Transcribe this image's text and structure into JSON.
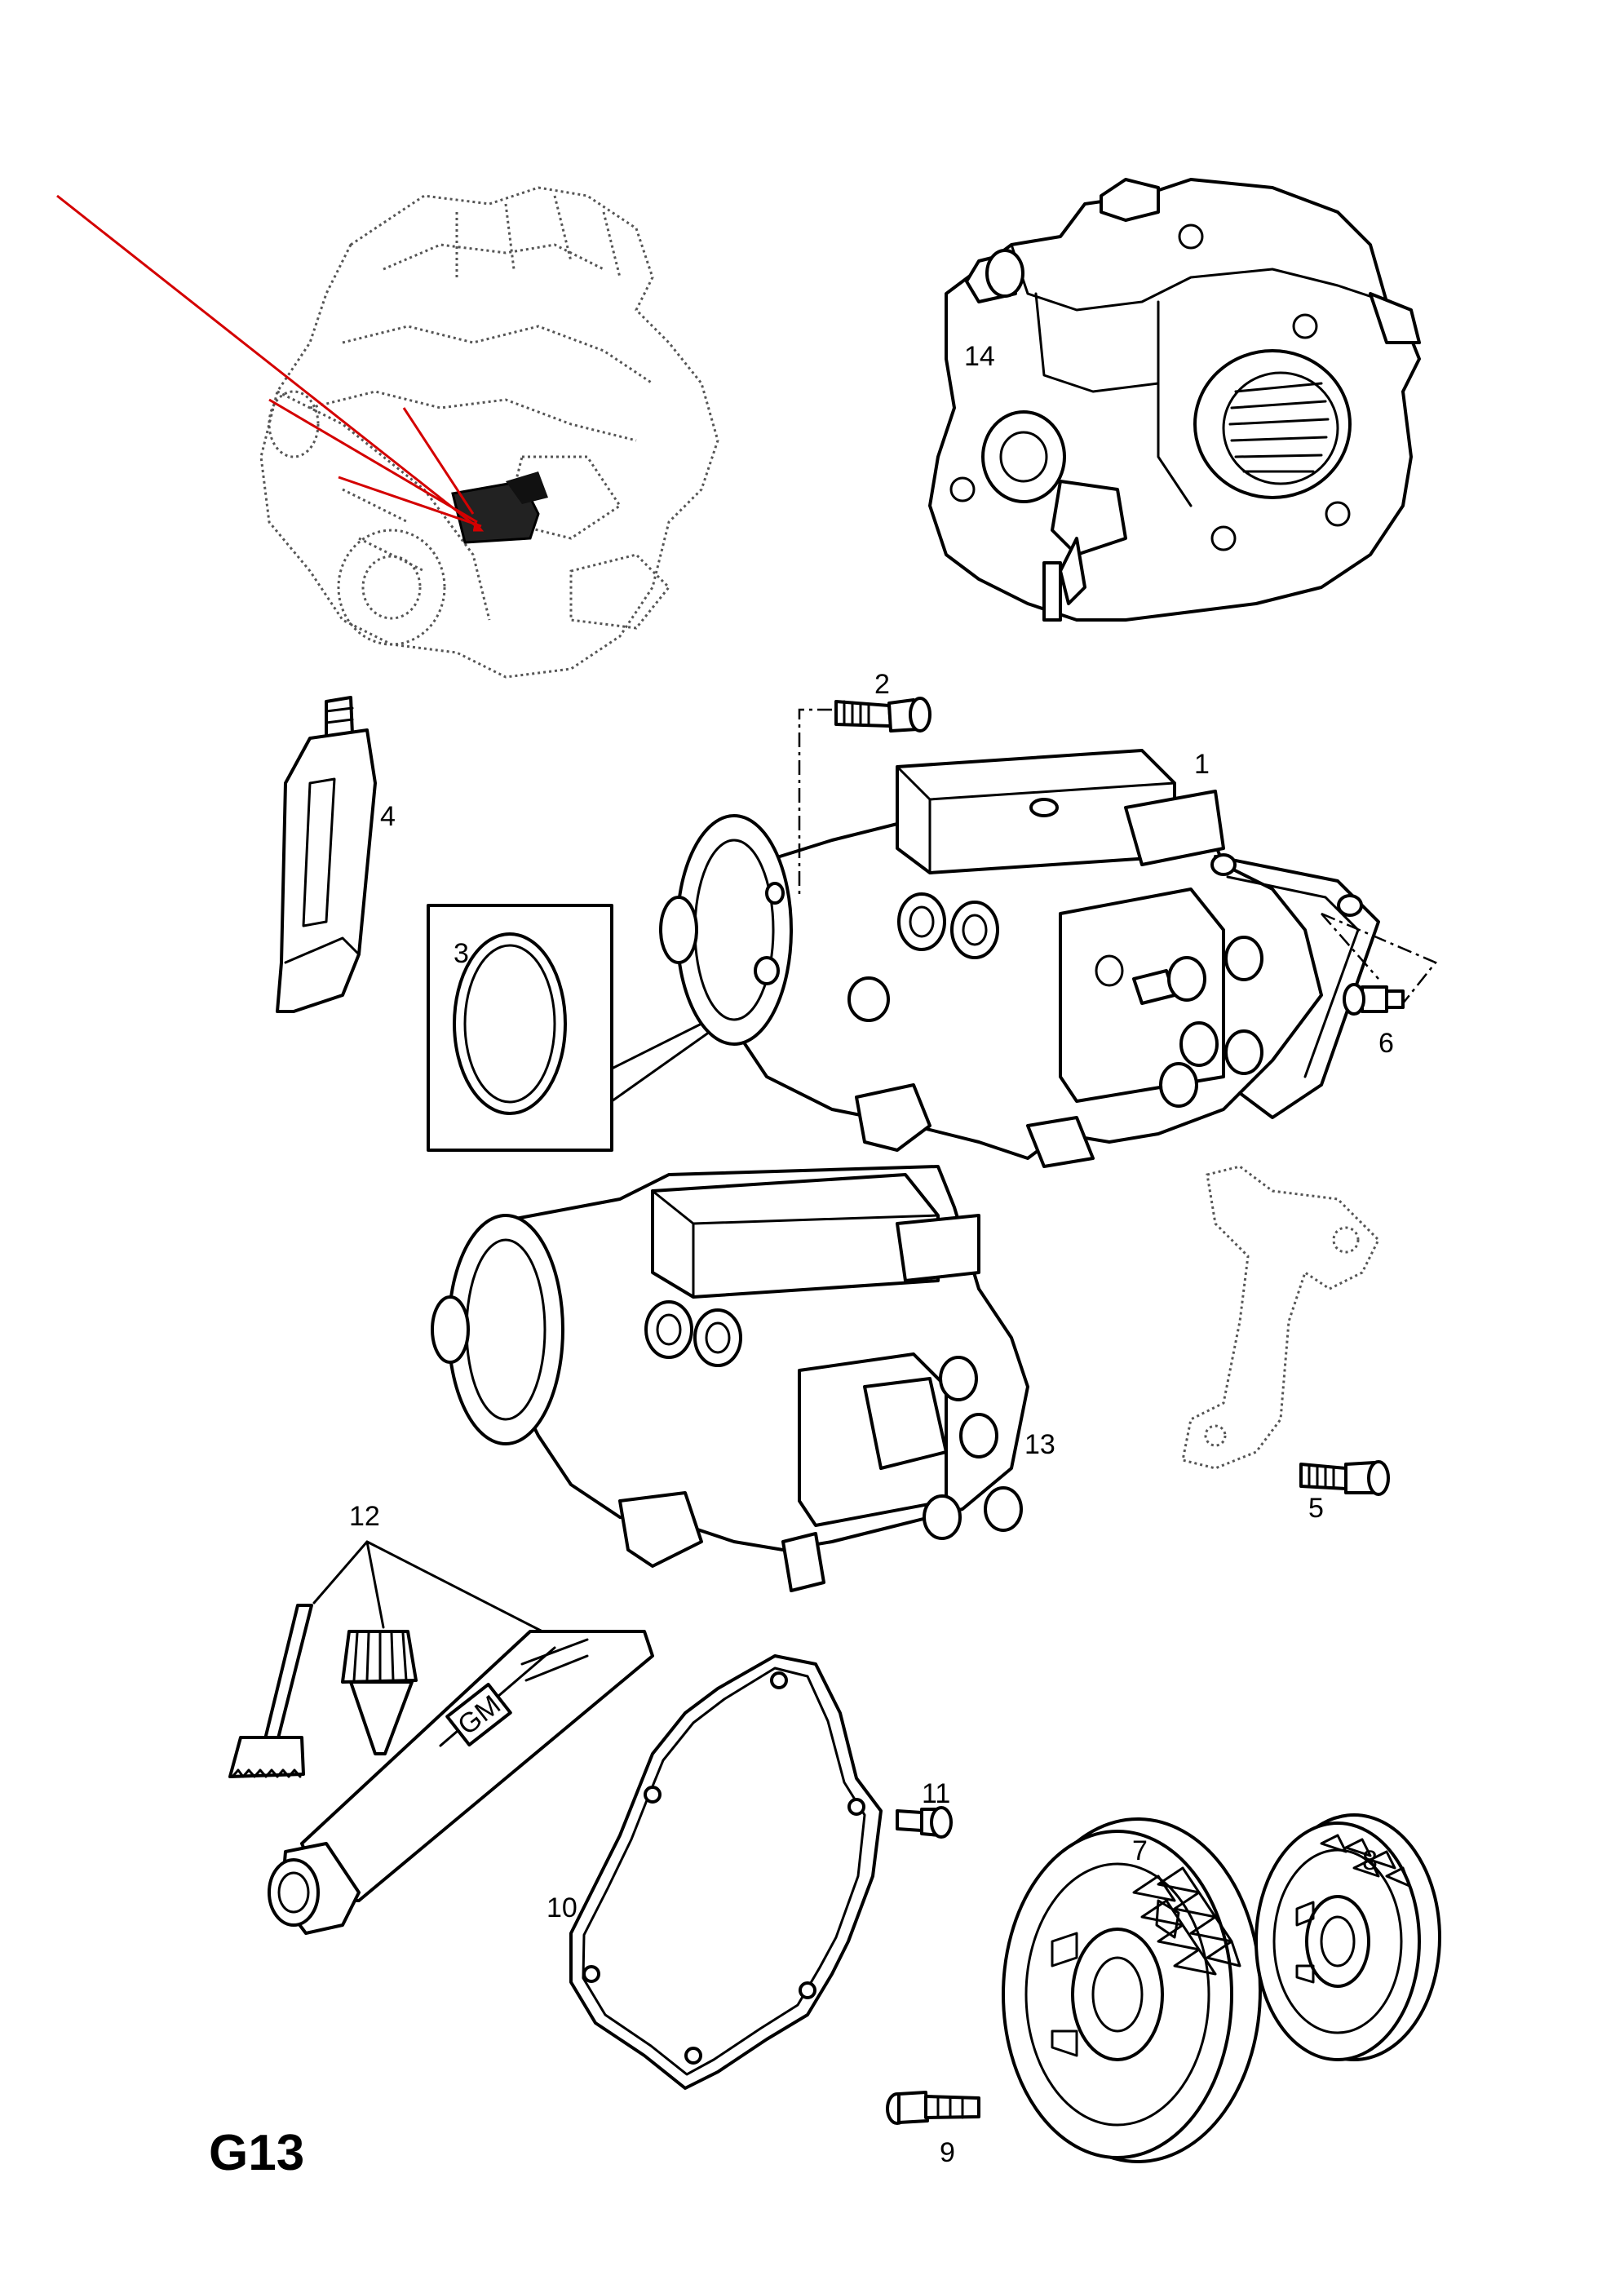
{
  "page_code": "G13",
  "callouts": {
    "c1": "1",
    "c2": "2",
    "c3": "3",
    "c4": "4",
    "c5": "5",
    "c6": "6",
    "c7": "7",
    "c8": "8",
    "c9": "9",
    "c10": "10",
    "c11": "11",
    "c12": "12",
    "c13": "13",
    "c14": "14"
  },
  "tube_lettering": "GM",
  "colors": {
    "locator_arrow": "#d40000",
    "line": "#000000",
    "background": "#ffffff"
  }
}
